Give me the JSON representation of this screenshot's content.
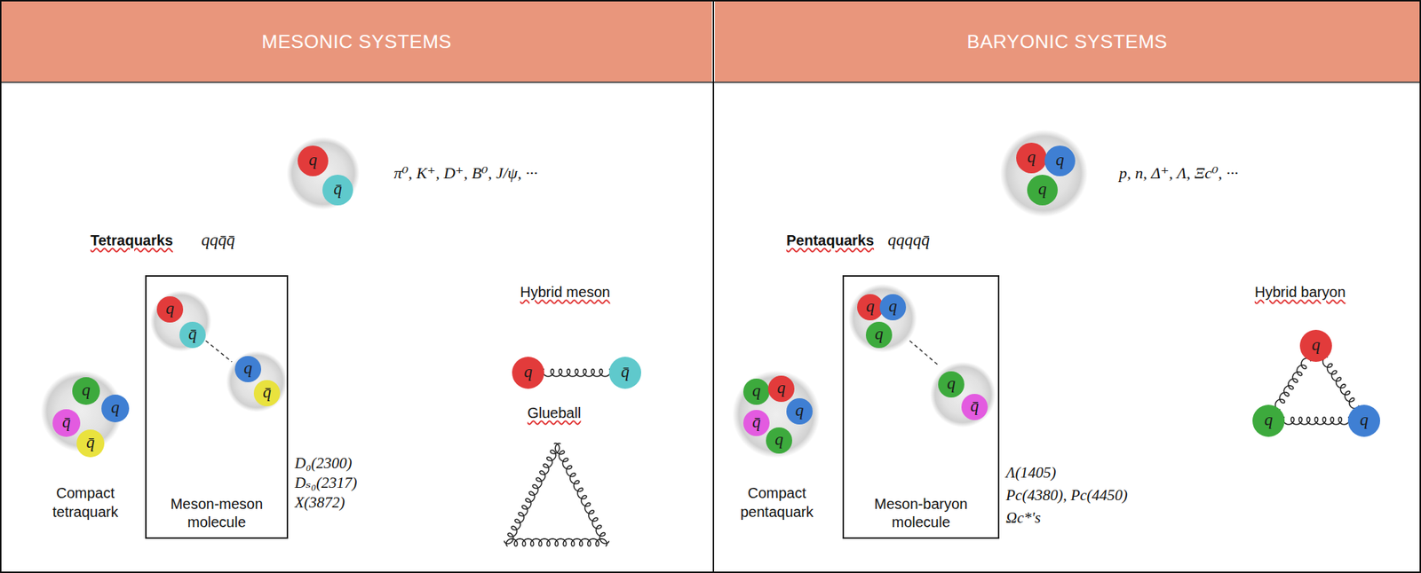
{
  "diagram": {
    "nodes": [
      {
        "text": [
          "MESONIC SYSTEMS"
        ]
      },
      {
        "text": [
          "BARYONIC SYSTEMS"
        ]
      },
      {
        "text": [
          "q"
        ]
      },
      {
        "text": [
          "q̄"
        ]
      },
      {
        "text": [
          "q"
        ]
      },
      {
        "text": [
          "q"
        ]
      },
      {
        "text": [
          "q̄"
        ]
      },
      {
        "text": [
          "q̄"
        ]
      },
      {
        "text": [
          "Meson-meson molecule"
        ]
      },
      {
        "text": [
          "q"
        ],
        "in": 8
      },
      {
        "text": [
          "q̄"
        ],
        "in": 8
      },
      {
        "text": [
          "q"
        ],
        "in": 8
      },
      {
        "text": [
          "q̄"
        ],
        "in": 8
      },
      {
        "text": [
          "q"
        ]
      },
      {
        "text": [
          "q̄"
        ]
      },
      {
        "text": [
          "q"
        ]
      },
      {
        "text": [
          "q"
        ]
      },
      {
        "text": [
          "q"
        ]
      },
      {
        "text": [
          "q"
        ]
      },
      {
        "text": [
          "q"
        ]
      },
      {
        "text": [
          "q̄"
        ]
      },
      {
        "text": [
          "q"
        ]
      },
      {
        "text": [
          "q"
        ]
      },
      {
        "text": [
          "Meson-baryon molecule"
        ]
      },
      {
        "text": [
          "q"
        ],
        "in": 23
      },
      {
        "text": [
          "q"
        ],
        "in": 23
      },
      {
        "text": [
          "q"
        ],
        "in": 23
      },
      {
        "text": [
          "q"
        ],
        "in": 23
      },
      {
        "text": [
          "q̄"
        ],
        "in": 23
      },
      {
        "text": [
          "q"
        ]
      },
      {
        "text": [
          "q"
        ]
      },
      {
        "text": [
          "q"
        ]
      }
    ],
    "edges": [
      {
        "from": 13,
        "to": 14,
        "arrow": "none"
      },
      {
        "from": 29,
        "to": 30,
        "arrow": "none"
      },
      {
        "from": 29,
        "to": 31,
        "arrow": "none"
      },
      {
        "from": 30,
        "to": 31,
        "arrow": "none"
      }
    ],
    "labels": [
      "π⁰, K⁺, D⁺, B⁰, J/ψ, ···",
      "Tetraquarks",
      "qqq̄q̄",
      "Hybrid meson",
      "Compact tetraquark",
      "D₀(2300)",
      "Dₛ₀(2317)",
      "X(3872)",
      "Glueball",
      "p, n, Δ⁺, Λ, Ξc⁰, ···",
      "Pentaquarks",
      "qqqqq̄",
      "Hybrid baryon",
      "Compact pentaquark",
      "Λ(1405)",
      "Pc(4380), Pc(4450)",
      "Ωc*'s"
    ]
  }
}
